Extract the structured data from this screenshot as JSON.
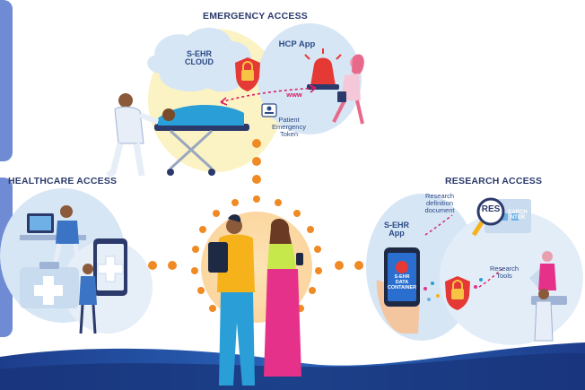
{
  "headings": {
    "emergency": "EMERGENCY ACCESS",
    "healthcare": "HEALTHCARE ACCESS",
    "research": "RESEARCH ACCESS"
  },
  "emergency": {
    "cloud_line1": "S-EHR",
    "cloud_line2": "CLOUD",
    "hcp_app": "HCP App",
    "www": "www",
    "token_line1": "Patient",
    "token_line2": "Emergency",
    "token_line3": "Token"
  },
  "research": {
    "definition_line1": "Research",
    "definition_line2": "definition",
    "definition_line3": "document",
    "sehr_app_line1": "S-EHR",
    "sehr_app_line2": "App",
    "container_line1": "S-EHR",
    "container_line2": "DATA",
    "container_line3": "CONTAINER",
    "tools_line1": "Research",
    "tools_line2": "Tools",
    "res_logo": "RES",
    "res_sign_line1": "EARCH",
    "res_sign_line2": "NTER"
  },
  "colors": {
    "navy": "#2b3a6b",
    "label_blue": "#2d4a86",
    "dot_orange": "#f08a24",
    "blob_blue": "#d6e6f5",
    "blob_yellow": "#fbf3c4",
    "sidebar": "#6f8bd3",
    "wave": "#1f4fa3"
  }
}
